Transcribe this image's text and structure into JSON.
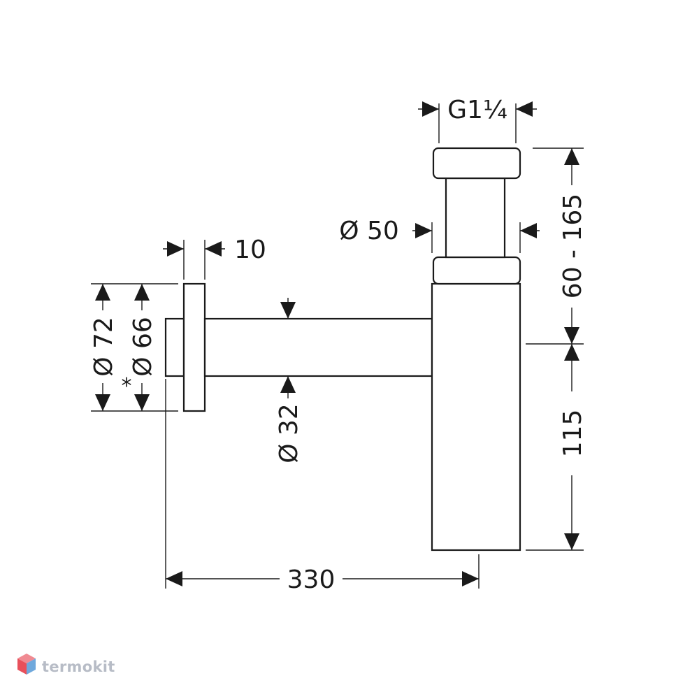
{
  "dimensions": {
    "thread": "G1¼",
    "column_diameter": "Ø 50",
    "height_range": "60 - 165",
    "rosette_thickness": "10",
    "rosette_outer_diameter": "Ø 72",
    "rosette_inner_diameter": "Ø 66",
    "rosette_note_marker": "*",
    "pipe_diameter": "Ø 32",
    "body_height": "115",
    "total_depth": "330"
  },
  "watermark": {
    "text": "termokit",
    "logo_icon": "cube-logo-icon",
    "colors": {
      "red": "#e8505b",
      "blue": "#6fa8dc",
      "text": "#b7bcc6"
    }
  }
}
